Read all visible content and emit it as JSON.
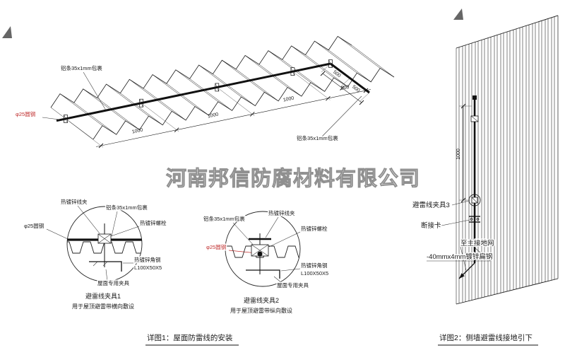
{
  "watermark": "河南邦信防腐材料有限公司",
  "roof": {
    "label_strip_top": "铝条35x1mm包裹",
    "label_strip_bottom": "铝条35x1mm包裹",
    "label_round_steel": "φ25圆钢",
    "dims": [
      "1000",
      "1000",
      "1000",
      "500"
    ],
    "branch_dims": [
      "500",
      "500"
    ]
  },
  "detail1": {
    "label_clamp": "热镀锌线夹",
    "label_strip": "铝条35x1mm包裹",
    "label_bolt": "热镀锌螺栓",
    "label_round_steel": "φ25圆钢",
    "label_angle_steel": "热镀锌角钢",
    "label_angle_spec": "L100X50X5",
    "label_fixture": "屋面专用夹具",
    "caption_title": "避雷线夹具1",
    "caption_sub": "用于屋顶避雷带横向敷设"
  },
  "detail2": {
    "label_clamp": "热镀锌线夹",
    "label_strip": "铝条35x1mm包裹",
    "label_bolt": "热镀锌螺栓",
    "label_round_steel": "φ25圆钢",
    "label_angle_steel": "热镀锌角钢",
    "label_angle_spec": "L100X50X5",
    "label_fixture": "屋面专用夹具",
    "caption_title": "避雷线夹具2",
    "caption_sub": "用于屋顶避雷带纵向敷设"
  },
  "wall": {
    "dim": "1000",
    "label_clamp": "避雷线夹具3",
    "label_disconnect": "断接卡",
    "label_to_ground": "至主接地网",
    "label_flat_steel": "-40mmx4mm镀锌扁钢"
  },
  "captions": {
    "fig1": "详图1：屋面防雷线的安装",
    "fig2": "详图2：侧墙避雷线接地引下"
  },
  "colors": {
    "line": "#1a1a1a",
    "highlight_red": "#c03030",
    "watermark_gray": "#8f8f8f"
  }
}
